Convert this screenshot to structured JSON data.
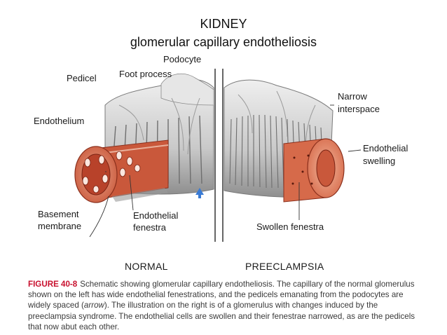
{
  "titles": {
    "line1": "KIDNEY",
    "line2": "glomerular capillary endotheliosis"
  },
  "labels": {
    "podocyte": "Podocyte",
    "foot_process": "Foot process",
    "pedicel": "Pedicel",
    "endothelium": "Endothelium",
    "basement_membrane_1": "Basement",
    "basement_membrane_2": "membrane",
    "endothelial_fenestra_1": "Endothelial",
    "endothelial_fenestra_2": "fenestra",
    "narrow_interspace_1": "Narrow",
    "narrow_interspace_2": "interspace",
    "endothelial_swelling_1": "Endothelial",
    "endothelial_swelling_2": "swelling",
    "swollen_fenestra": "Swollen fenestra",
    "normal": "NORMAL",
    "preeclampsia": "PREECLAMPSIA"
  },
  "caption": {
    "figure_label": "FIGURE 40-8",
    "text_before_arrow": "Schematic showing glomerular capillary endotheliosis. The capillary of the normal glomerulus shown on the left has wide endothelial fenestrations, and the pedicels emanating from the podocytes are widely spaced (",
    "arrow_word": "arrow",
    "text_after_arrow": "). The illustration on the right is of a glomerulus with changes induced by the preeclampsia syndrome. The endothelial cells are swollen and their fenestrae narrowed, as are the pedicels that now abut each other."
  },
  "colors": {
    "arrow": "#3a7bd5",
    "caption_label": "#c8102e",
    "capillary_wall": "#d9785a",
    "capillary_inner": "#b8422a",
    "podocyte_body": "#d6d6d6"
  }
}
